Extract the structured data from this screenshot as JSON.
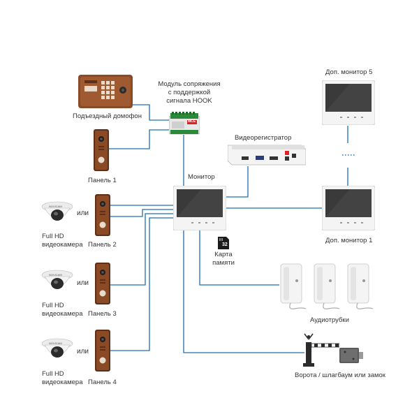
{
  "labels": {
    "entrance_intercom": "Подъездный домофон",
    "module_line1": "Модуль сопряжения",
    "module_line2": "с поддержкой",
    "module_line3": "сигнала HOOK",
    "panel1": "Панель 1",
    "dvr": "Видеорегистратор",
    "monitor": "Монитор",
    "extra_monitor_5": "Доп. монитор 5",
    "extra_monitor_1": "Доп. монитор 1",
    "camera_line1": "Full HD",
    "camera_line2": "видеокамера",
    "or": "или",
    "panel2": "Панель 2",
    "panel3": "Панель 3",
    "panel4": "Панель 4",
    "memory_card_line1": "Карта",
    "memory_card_line2": "памяти",
    "memory_card_size": "32",
    "handsets": "Аудиотрубки",
    "gate": "Ворота / шлагбаум или замок",
    "module_badge": "MCE",
    "camera_brand": "NOVICAM"
  },
  "colors": {
    "wire": "#1f6fb2",
    "device_white": "#f4f4f4",
    "screen": "#3a3a3a",
    "bronze": "#8a4a26",
    "bronze_dark": "#5e2f17"
  }
}
